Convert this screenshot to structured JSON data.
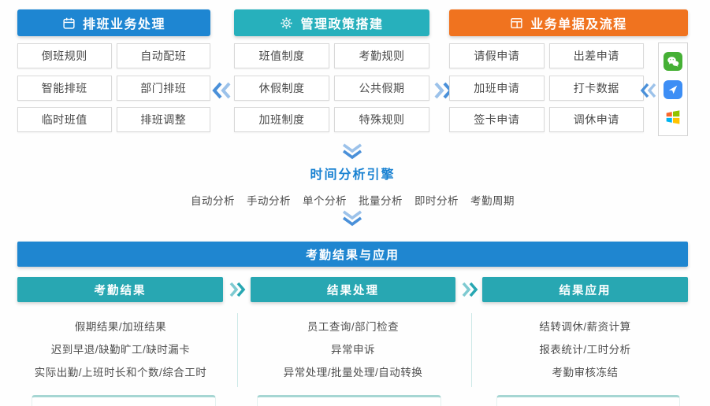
{
  "palette": {
    "header_blue": "#1e86d2",
    "header_teal": "#27b0bc",
    "header_orange": "#f0731f",
    "result_bar_blue": "#1f86d0",
    "result_sub_teal": "#28a7b2",
    "chevron_blue": "#4a90d9",
    "box_border": "#d9d9d9",
    "text_gray": "#4a4a4a"
  },
  "top_blocks": [
    {
      "title": "排班业务处理",
      "icon": "calendar-icon",
      "items": [
        "倒班规则",
        "自动配班",
        "智能排班",
        "部门排班",
        "临时班值",
        "排班调整"
      ]
    },
    {
      "title": "管理政策搭建",
      "icon": "gear-icon",
      "items": [
        "班值制度",
        "考勤规则",
        "休假制度",
        "公共假期",
        "加班制度",
        "特殊规则"
      ]
    },
    {
      "title": "业务单据及流程",
      "icon": "form-icon",
      "items": [
        "请假申请",
        "出差申请",
        "加班申请",
        "打卡数据",
        "签卡申请",
        "调休申请"
      ],
      "channels": [
        "wechat-icon",
        "mini-app-icon",
        "windows-icon"
      ]
    }
  ],
  "engine": {
    "title": "时间分析引擎",
    "items": [
      "自动分析",
      "手动分析",
      "单个分析",
      "批量分析",
      "即时分析",
      "考勤周期"
    ]
  },
  "result_bar": {
    "title": "考勤结果与应用"
  },
  "result_columns": [
    {
      "title": "考勤结果",
      "lines": [
        "假期结果/加班结果",
        "迟到早退/缺勤旷工/缺时漏卡",
        "实际出勤/上班时长和个数/综合工时"
      ]
    },
    {
      "title": "结果处理",
      "lines": [
        "员工查询/部门检查",
        "异常申诉",
        "异常处理/批量处理/自动转换"
      ]
    },
    {
      "title": "结果应用",
      "lines": [
        "结转调休/薪资计算",
        "报表统计/工时分析",
        "考勤审核冻结"
      ]
    }
  ]
}
